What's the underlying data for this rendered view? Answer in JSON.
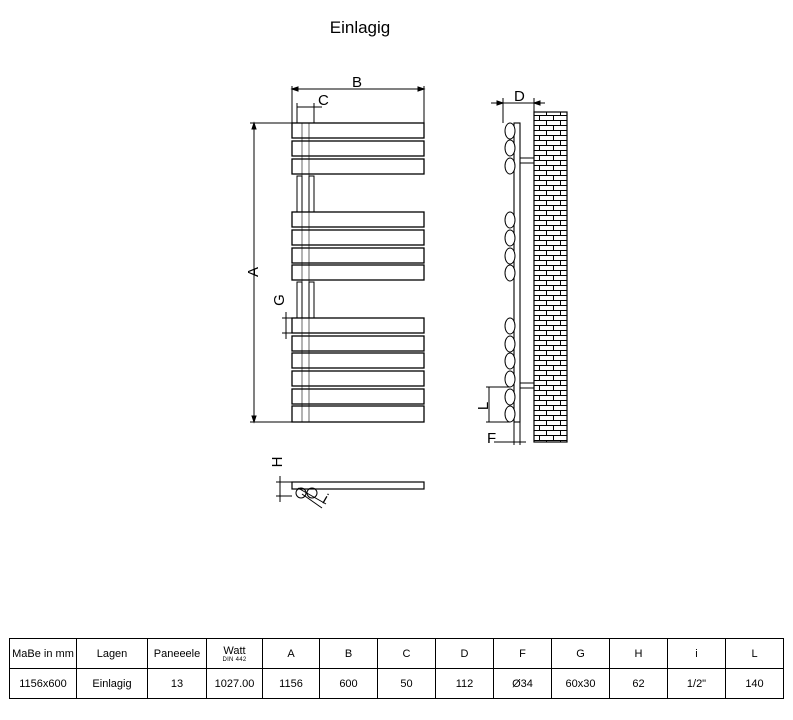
{
  "title": "Einlagig",
  "labels": {
    "A": "A",
    "B": "B",
    "C": "C",
    "D": "D",
    "F": "F",
    "G": "G",
    "H": "H",
    "i": "i",
    "L": "L"
  },
  "table": {
    "headers": [
      {
        "label": "MaBe in mm"
      },
      {
        "label": "Lagen"
      },
      {
        "label": "Paneeele"
      },
      {
        "label": "Watt",
        "sub": "DIN 442"
      },
      {
        "label": "A"
      },
      {
        "label": "B"
      },
      {
        "label": "C"
      },
      {
        "label": "D"
      },
      {
        "label": "F"
      },
      {
        "label": "G"
      },
      {
        "label": "H"
      },
      {
        "label": "i"
      },
      {
        "label": "L"
      }
    ],
    "row": [
      "1156x600",
      "Einlagig",
      "13",
      "1027.00",
      "1156",
      "600",
      "50",
      "112",
      "Ø34",
      "60x30",
      "62",
      "1/2\"",
      "140"
    ]
  }
}
